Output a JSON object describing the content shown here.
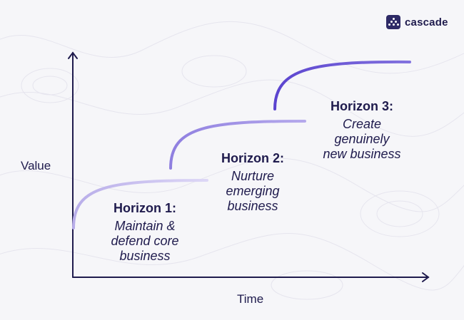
{
  "brand": {
    "name": "cascade",
    "icon": "cascade-logo-icon",
    "color": "#2e2a66"
  },
  "axes": {
    "y_label": "Value",
    "x_label": "Time"
  },
  "horizons": [
    {
      "title": "Horizon 1:",
      "description": "Maintain &\ndefend core\nbusiness"
    },
    {
      "title": "Horizon 2:",
      "description": "Nurture\nemerging\nbusiness"
    },
    {
      "title": "Horizon 3:",
      "description": "Create\ngenuinely\nnew business"
    }
  ],
  "colors": {
    "curve_light": "#c2b9ee",
    "curve_mid": "#9c8de4",
    "curve_dark": "#6b55d6",
    "axis": "#1f1b4d",
    "background": "#f6f6f9"
  }
}
